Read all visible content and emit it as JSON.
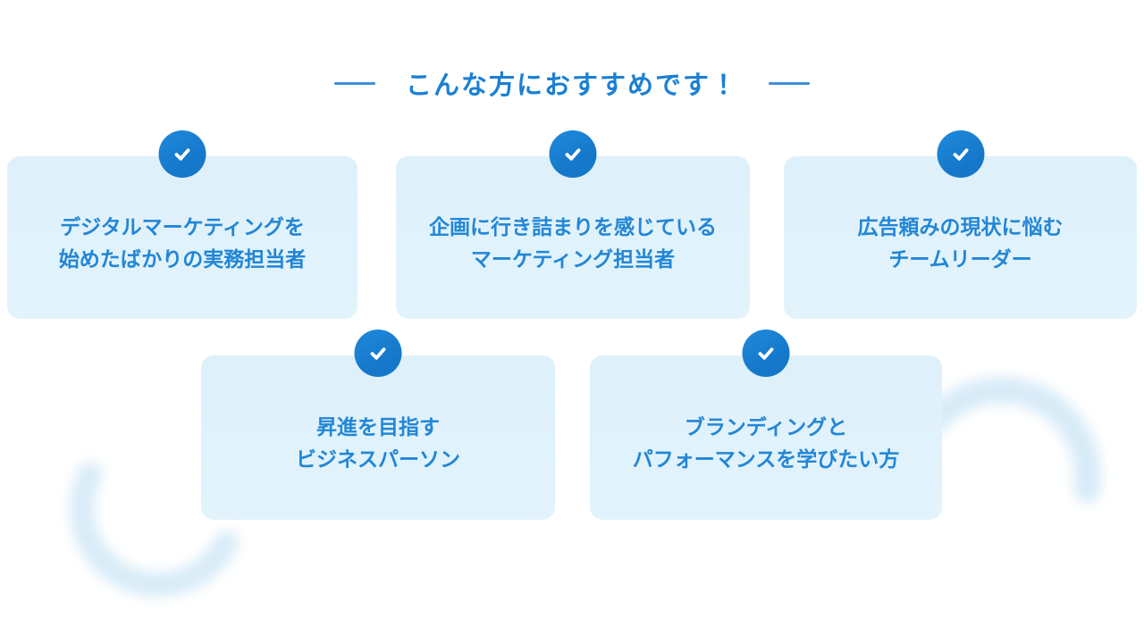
{
  "header": {
    "title": "こんな方におすすめです！"
  },
  "cards": [
    {
      "lines": [
        "デジタルマーケティングを",
        "始めたばかりの実務担当者"
      ]
    },
    {
      "lines": [
        "企画に行き詰まりを感じている",
        "マーケティング担当者"
      ]
    },
    {
      "lines": [
        "広告頼みの現状に悩む",
        "チームリーダー"
      ]
    },
    {
      "lines": [
        "昇進を目指す",
        "ビジネスパーソン"
      ]
    },
    {
      "lines": [
        "ブランディングと",
        "パフォーマンスを学びたい方"
      ]
    }
  ],
  "icons": {
    "card_badge": "checkmark-icon"
  },
  "colors": {
    "page_bg": "#ffffff",
    "accent": "#1b80d4",
    "divider": "#3f90d8",
    "card_bg_top": "#def0fa",
    "card_bg": "#e2f3fc",
    "card_text": "#2286d6",
    "badge_bg": "#1577c9",
    "badge_check": "#ffffff",
    "deco_arc": "#d3e9f7"
  }
}
